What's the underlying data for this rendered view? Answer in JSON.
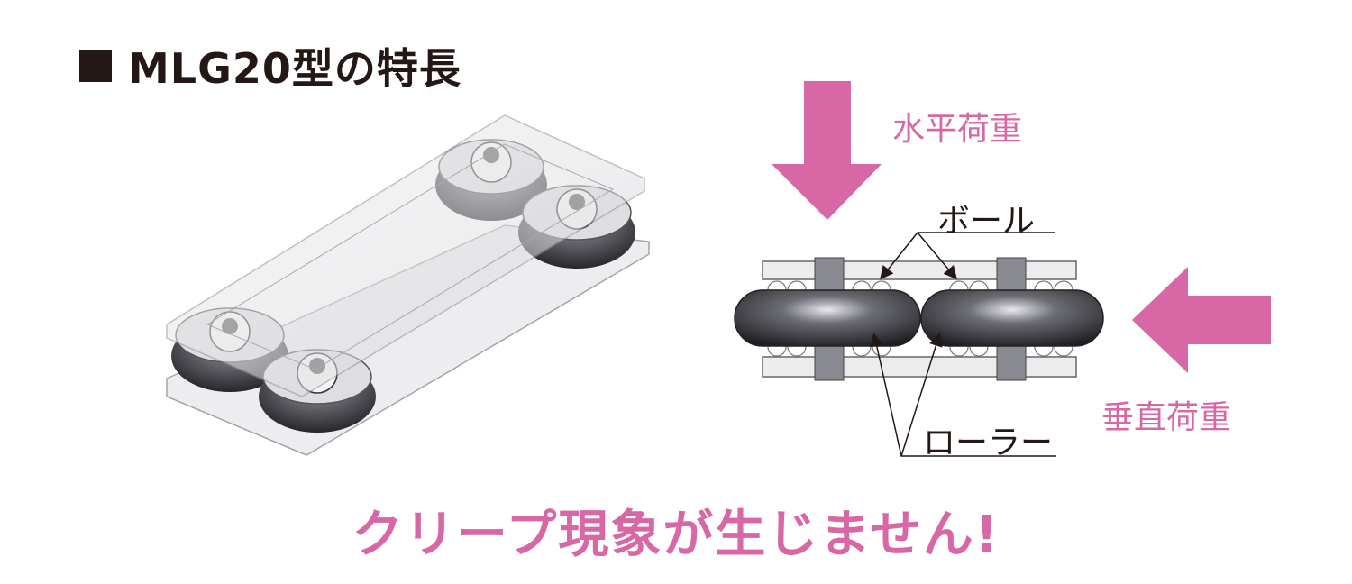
{
  "title": {
    "marker": "■",
    "text": "MLG20型の特長"
  },
  "labels": {
    "horizontal_load": "水平荷重",
    "vertical_load": "垂直荷重",
    "ball": "ボール",
    "roller": "ローラー"
  },
  "tagline": "クリープ現象が生じません!",
  "colors": {
    "accent": "#d868a5",
    "text": "#231815"
  }
}
